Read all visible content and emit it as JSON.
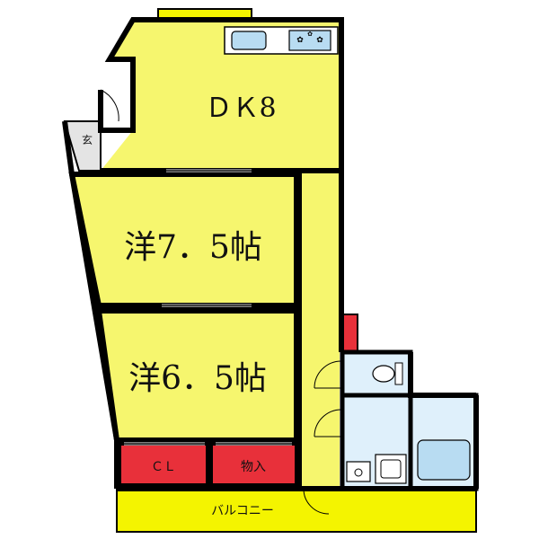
{
  "floorplan": {
    "colors": {
      "wall": "#000000",
      "room_fill": "#f6f66e",
      "balcony_fill": "#f4f400",
      "storage_fill": "#e8303a",
      "wet_area_fill": "#dff0fb",
      "entrance_fill": "#e4e4e4",
      "fixture_fill": "#b8dcf2"
    },
    "rooms": {
      "dk": "ＤＫ8",
      "western_large": "洋7．5帖",
      "western_small": "洋6．5帖",
      "entrance": "玄",
      "closet": "ＣＬ",
      "storage": "物入",
      "balcony": "バルコニー"
    }
  }
}
